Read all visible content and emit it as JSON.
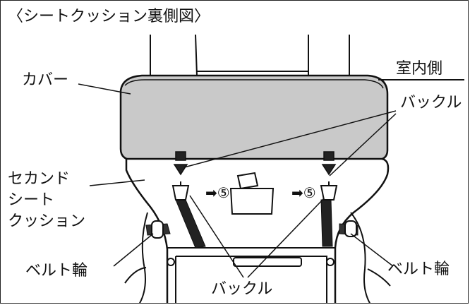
{
  "title": "〈シートクッション裏側図〉",
  "orientation_label": "室内側",
  "labels": {
    "cover": "カバー",
    "buckle_right": "バックル",
    "second_seat_line1": "セカンド",
    "second_seat_line2": "シート",
    "second_seat_line3": "クッション",
    "belt_ring_left": "ベルト輪",
    "belt_ring_right": "ベルト輪",
    "buckle_bottom": "バックル"
  },
  "step_marks": {
    "left": "➡⑤",
    "right": "➡⑤"
  }
}
